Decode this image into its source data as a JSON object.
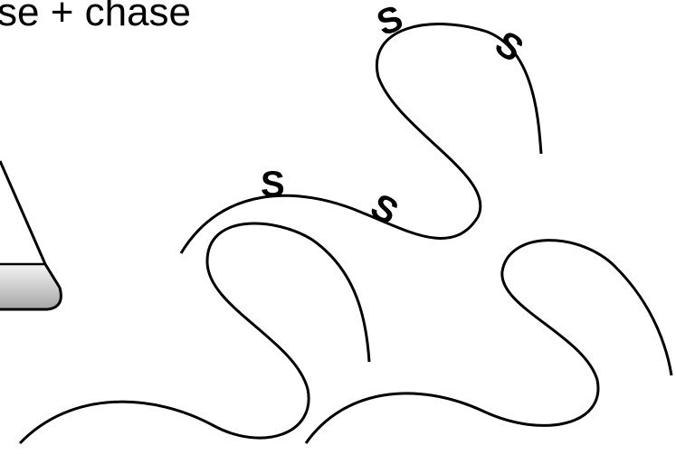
{
  "title": "se + chase",
  "colors": {
    "stroke": "#000000",
    "flask_fill_top": "#f0f0f0",
    "flask_fill_bottom": "#a8a8a8",
    "background": "#ffffff"
  },
  "strand_labels": [
    "S",
    "S",
    "S",
    "S"
  ]
}
